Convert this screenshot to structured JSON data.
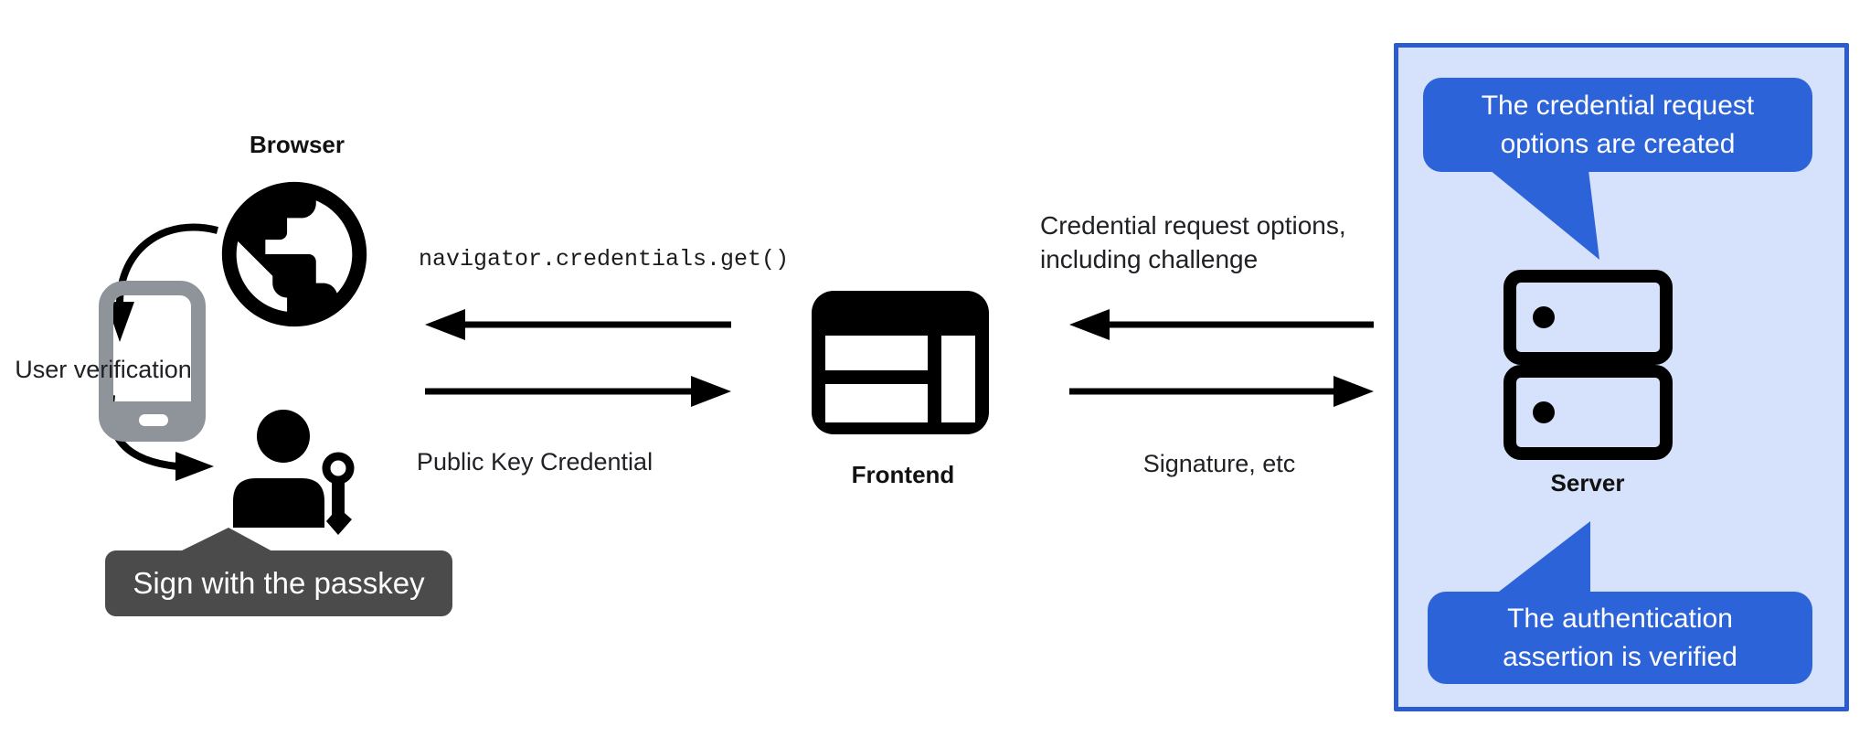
{
  "title": "Passkey authentication flow diagram",
  "colors": {
    "background": "#ffffff",
    "icon_black": "#000000",
    "text_dark": "#202124",
    "phone_gray": "#8e9499",
    "tooltip_gray": "#4a4b4a",
    "bubble_blue": "#2d63d9",
    "panel_fill": "#d6e2fb",
    "panel_border": "#2b5ccc",
    "bubble_text": "#ffffff"
  },
  "icons": {
    "browser": "globe-icon",
    "user_verification": "smartphone-icon",
    "passkey_user": "person-with-key-icon",
    "frontend": "browser-window-icon",
    "server": "server-stack-icon"
  },
  "browser": {
    "label": "Browser"
  },
  "user_verification": {
    "label": "User verification"
  },
  "passkey_tooltip": {
    "text": "Sign with the passkey"
  },
  "messages": {
    "api_call": "navigator.credentials.get()",
    "public_key_credential": "Public Key Credential",
    "credential_request": "Credential request options,\nincluding challenge",
    "signature": "Signature, etc"
  },
  "frontend": {
    "label": "Frontend"
  },
  "server": {
    "label": "Server",
    "bubble_top": "The credential request\noptions are created",
    "bubble_bottom": "The authentication\nassertion is verified"
  }
}
